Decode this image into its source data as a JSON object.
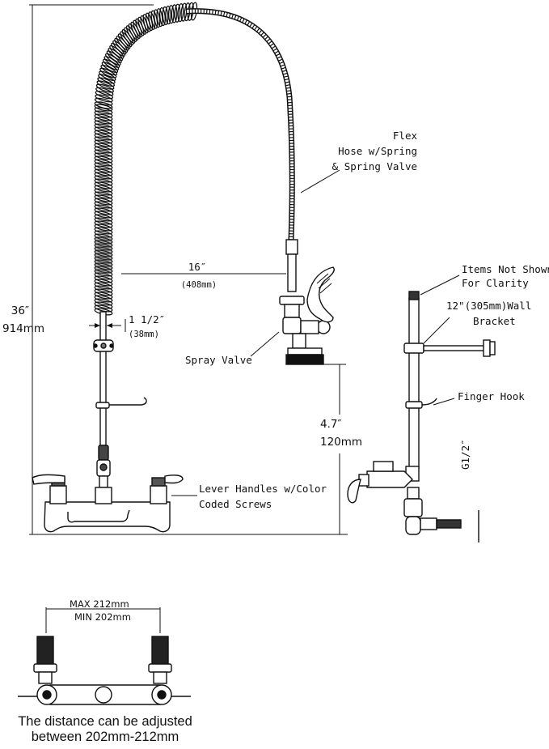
{
  "overall_height": {
    "inches": "36″",
    "mm": "914mm"
  },
  "reach": {
    "inches": "16″",
    "mm": "(408mm)"
  },
  "riser_offset": {
    "inches": "1 1/2″",
    "mm": "(38mm)"
  },
  "valve_clearance": {
    "inches": "4.7″",
    "mm": "120mm"
  },
  "labels": {
    "flex_hose": [
      "Flex",
      "Hose w/Spring",
      "& Spring Valve"
    ],
    "spray_valve": "Spray Valve",
    "lever_handles": [
      "Lever Handles w/Color",
      "Coded Screws"
    ],
    "items_not_shown": [
      "Items Not Shown",
      "For Clarity"
    ],
    "wall_bracket": [
      "12\"(305mm)Wall",
      "Bracket"
    ],
    "finger_hook": "Finger Hook",
    "thread": "G1/2″"
  },
  "spread": {
    "max": "MAX 212mm",
    "min": "MIN 202mm"
  },
  "caption": [
    "The distance can be adjusted",
    "between 202mm-212mm"
  ],
  "colors": {
    "ink": "#111111",
    "shade": "#444444"
  }
}
